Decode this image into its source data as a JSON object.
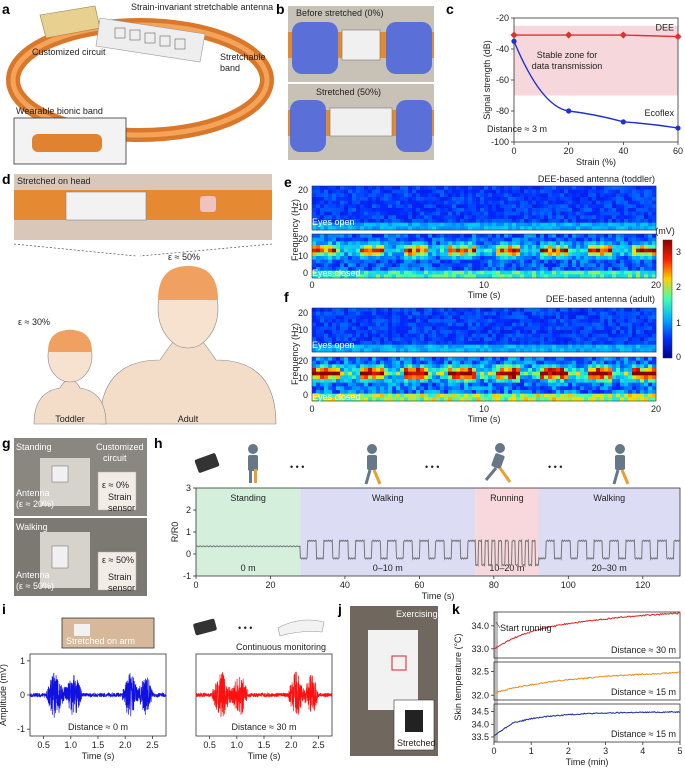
{
  "panels": {
    "a": {
      "letter": "a",
      "circuit_label": "Customized circuit",
      "antenna_label": "Strain-invariant stretchable antenna",
      "band_label": "Stretchable band",
      "inset_label": "Wearable bionic band"
    },
    "b": {
      "letter": "b",
      "top_label": "Before stretched (0%)",
      "bottom_label": "Stretched (50%)"
    },
    "c": {
      "letter": "c",
      "zone_label_1": "Stable zone for",
      "zone_label_2": "data transmission",
      "distance_label": "Distance ≈ 3 m"
    },
    "d": {
      "letter": "d",
      "head_label": "Stretched on head",
      "adult_strain": "ε ≈ 50%",
      "toddler_strain": "ε ≈ 30%",
      "toddler_label": "Toddler",
      "adult_label": "Adult"
    },
    "e": {
      "letter": "e",
      "title": "DEE-based antenna (toddler)",
      "open_label": "Eyes open",
      "closed_label": "Eyes closed",
      "ylabel": "Frequency (Hz)",
      "xlabel": "Time (s)",
      "xticks": [
        "0",
        "10",
        "20"
      ],
      "yticks_top": [
        "20",
        "10"
      ],
      "yticks_bottom": [
        "20",
        "10",
        "0"
      ]
    },
    "f": {
      "letter": "f",
      "title": "DEE-based antenna (adult)",
      "open_label": "Eyes open",
      "closed_label": "Eyes closed",
      "ylabel": "Frequency (Hz)",
      "xlabel": "Time (s)",
      "xticks": [
        "0",
        "10",
        "20"
      ],
      "yticks_top": [
        "20",
        "10"
      ],
      "yticks_bottom": [
        "20",
        "10",
        "0"
      ]
    },
    "colorbar": {
      "unit": "(mV)",
      "ticks": [
        "3",
        "2",
        "1",
        "0"
      ],
      "colors": [
        "#8b0000",
        "#ff2000",
        "#ffd000",
        "#40ffb0",
        "#00b0ff",
        "#0030ff",
        "#00008b"
      ]
    },
    "g": {
      "letter": "g",
      "standing": "Standing",
      "circuit_1": "Customized",
      "circuit_2": "circuit",
      "strain_0": "ε ≈ 0%",
      "antenna_20_1": "Antenna",
      "antenna_20_2": "(ε ≈ 20%)",
      "sensor_1": "Strain",
      "sensor_2": "sensor",
      "walking": "Walking",
      "strain_50": "ε ≈ 50%",
      "antenna_50_1": "Antenna",
      "antenna_50_2": "(ε ≈ 50%)",
      "sensor2_1": "Strain",
      "sensor2_2": "sensor"
    },
    "h": {
      "letter": "h",
      "dots": "• • •"
    },
    "i": {
      "letter": "i",
      "inset_label": "Stretched on arm",
      "monitor_label": "Continuous monitoring",
      "dots": "• • •"
    },
    "j": {
      "letter": "j",
      "exercising": "Exercising",
      "stretched": "Stretched"
    },
    "k": {
      "letter": "k",
      "start_label": "Start running"
    }
  },
  "chart_data": [
    {
      "id": "c",
      "type": "line",
      "xlabel": "Strain (%)",
      "ylabel": "Signal strength (dB)",
      "xlim": [
        0,
        60
      ],
      "ylim": [
        -100,
        -20
      ],
      "xticks": [
        0,
        20,
        40,
        60
      ],
      "yticks": [
        -20,
        -40,
        -60,
        -80,
        -100
      ],
      "shaded_band": [
        -70,
        -25
      ],
      "series": [
        {
          "name": "DEE",
          "color": "#e03030",
          "x": [
            0,
            20,
            40,
            60
          ],
          "y": [
            -31,
            -31,
            -31,
            -32
          ]
        },
        {
          "name": "Ecoflex",
          "color": "#2030d0",
          "x": [
            0,
            20,
            40,
            60
          ],
          "y": [
            -35,
            -80,
            -87,
            -91
          ]
        }
      ]
    },
    {
      "id": "h",
      "type": "line",
      "xlabel": "Time (s)",
      "ylabel": "R/R0",
      "xlim": [
        0,
        130
      ],
      "ylim": [
        -1,
        3
      ],
      "xticks": [
        0,
        20,
        40,
        60,
        80,
        100,
        120
      ],
      "yticks": [
        -1,
        0,
        1,
        2,
        3
      ],
      "segments": [
        {
          "label": "Standing",
          "distance": "0 m",
          "start": 0,
          "end": 28,
          "color": "#d4efdc",
          "amplitude": 0,
          "period": 0
        },
        {
          "label": "Walking",
          "distance": "0–10 m",
          "start": 28,
          "end": 75,
          "color": "#dcdcf4",
          "amplitude": 0.8,
          "period": 4.3
        },
        {
          "label": "Running",
          "distance": "10–20 m",
          "start": 75,
          "end": 92,
          "color": "#f8d8dc",
          "amplitude": 1.1,
          "period": 1.8
        },
        {
          "label": "Walking",
          "distance": "20–30 m",
          "start": 92,
          "end": 130,
          "color": "#dcdcf4",
          "amplitude": 0.8,
          "period": 4.3
        }
      ],
      "baseline": 0.35
    },
    {
      "id": "i-left",
      "type": "line",
      "xlabel": "Time (s)",
      "ylabel": "Amplitude (mV)",
      "xlim": [
        0.25,
        2.75
      ],
      "ylim": [
        -1.2,
        1.2
      ],
      "xticks": [
        0.5,
        1.0,
        1.5,
        2.0,
        2.5
      ],
      "yticks": [
        -1,
        0,
        1
      ],
      "series": [
        {
          "name": "",
          "color": "#1010e0"
        }
      ],
      "bursts": [
        [
          0.55,
          1.2
        ],
        [
          1.95,
          2.5
        ]
      ],
      "distance": "Distance ≈ 0 m"
    },
    {
      "id": "i-right",
      "type": "line",
      "xlabel": "Time (s)",
      "xlim": [
        0.25,
        2.75
      ],
      "ylim": [
        -1.2,
        1.2
      ],
      "xticks": [
        0.5,
        1.0,
        1.5,
        2.0,
        2.5
      ],
      "series": [
        {
          "name": "",
          "color": "#ff1010"
        }
      ],
      "bursts": [
        [
          0.55,
          1.2
        ],
        [
          1.95,
          2.5
        ]
      ],
      "distance": "Distance ≈ 30 m"
    },
    {
      "id": "k",
      "type": "line",
      "xlabel": "Time (min)",
      "ylabel": "Skin temperature (°C)",
      "xlim": [
        0,
        5
      ],
      "xticks": [
        0,
        1,
        2,
        3,
        4,
        5
      ],
      "panels": [
        {
          "distance": "Distance ≈ 30 m",
          "color": "#e02020",
          "ylim": [
            32.6,
            34.6
          ],
          "yticks": [
            33.0,
            34.0
          ],
          "y": [
            33.0,
            33.45,
            33.75,
            33.95,
            34.1,
            34.2,
            34.3,
            34.38,
            34.45,
            34.5,
            34.55
          ]
        },
        {
          "distance": "Distance ≈ 15 m",
          "color": "#e88a10",
          "ylim": [
            31.9,
            32.7
          ],
          "yticks": [
            32.0,
            32.5
          ],
          "y": [
            32.05,
            32.15,
            32.22,
            32.28,
            32.33,
            32.36,
            32.4,
            32.42,
            32.44,
            32.46,
            32.48
          ]
        },
        {
          "distance": "Distance ≈ 15 m",
          "color": "#1a2aa0",
          "ylim": [
            33.3,
            34.8
          ],
          "yticks": [
            33.5,
            34.0,
            34.5
          ],
          "y": [
            33.55,
            34.05,
            34.22,
            34.32,
            34.38,
            34.42,
            34.44,
            34.46,
            34.47,
            34.48,
            34.49
          ]
        }
      ]
    }
  ]
}
